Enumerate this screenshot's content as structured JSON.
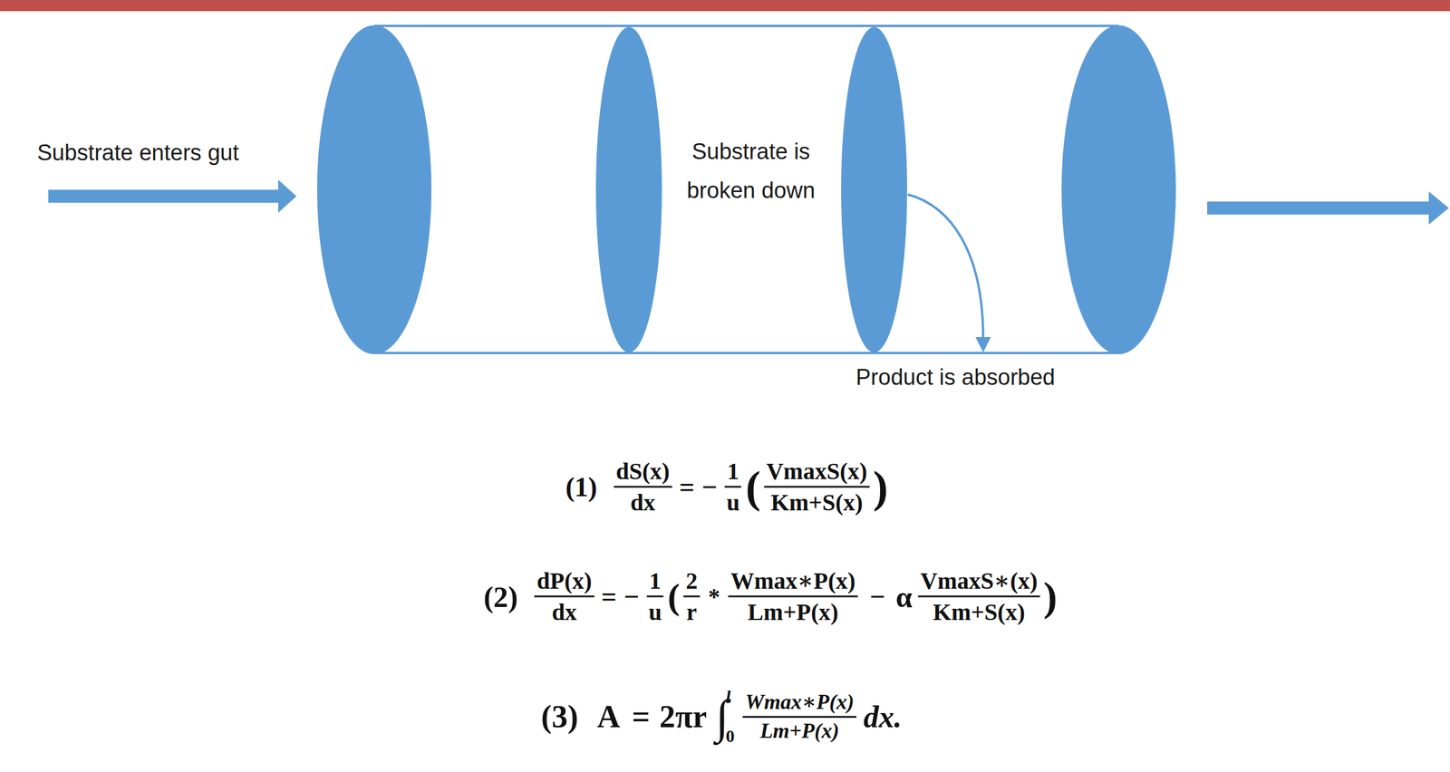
{
  "diagram": {
    "labels": [
      "Substrate enters gut",
      "Substrate is broken down",
      "Product is absorbed",
      "(1)",
      "dS(x)",
      "dx",
      "=",
      "−",
      "1",
      "u",
      "(",
      "VmaxS(x)",
      "Km+S(x)",
      ")",
      "(2)",
      "dP(x)",
      "dx",
      "=",
      "−",
      "1",
      "u",
      "(",
      "2",
      "r",
      "*",
      "Wmax∗P(x)",
      "Lm+P(x)",
      "−",
      "α",
      "VmaxS∗(x)",
      "Km+S(x)",
      ")",
      "(3)",
      "A",
      "=",
      "2πr",
      "∫",
      "l",
      "0",
      "Wmax∗P(x)",
      "Lm+P(x)",
      "dx."
    ]
  }
}
